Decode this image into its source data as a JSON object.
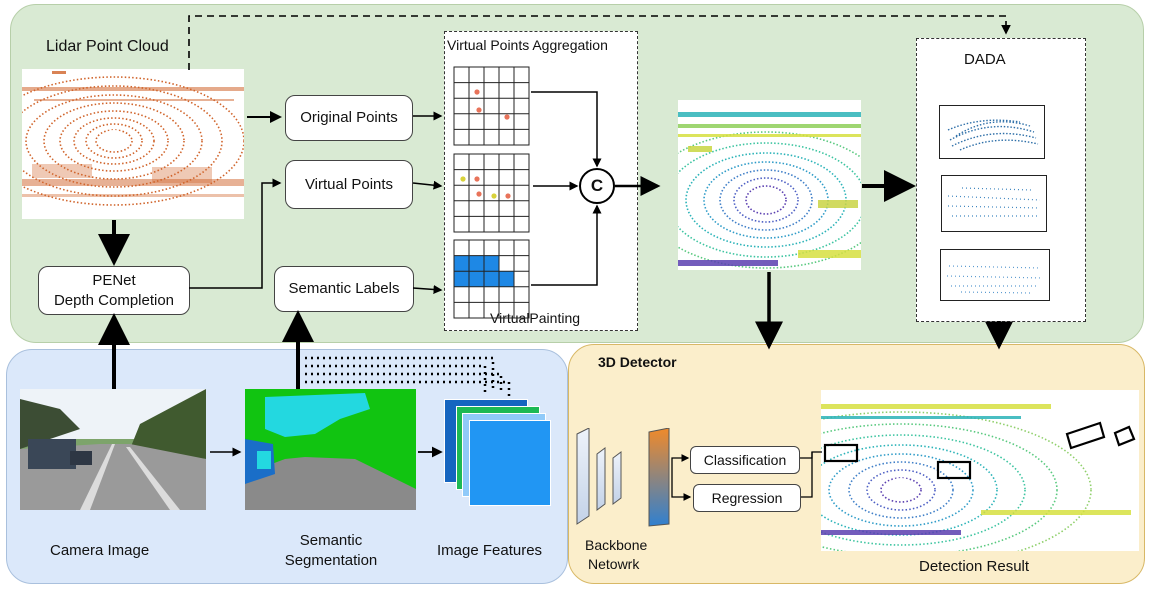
{
  "regions": {
    "detector_title": "3D Detector"
  },
  "labels": {
    "lidar_point_cloud": "Lidar Point Cloud",
    "virtual_points_aggregation": "Virtual Points Aggregation",
    "virtual_painting": "VirtualPainting",
    "dada": "DADA",
    "camera_image": "Camera Image",
    "semantic_segmentation_line1": "Semantic",
    "semantic_segmentation_line2": "Segmentation",
    "image_features": "Image Features",
    "backbone_line1": "Backbone",
    "backbone_line2": "Netowrk",
    "detection_result": "Detection Result"
  },
  "boxes": {
    "original_points": "Original Points",
    "virtual_points": "Virtual Points",
    "semantic_labels": "Semantic Labels",
    "penet_line1": "PENet",
    "penet_line2": "Depth Completion",
    "classification": "Classification",
    "regression": "Regression"
  },
  "concat_symbol": "C",
  "colors": {
    "green_region": "#d9ead3",
    "blue_region": "#dbe8fa",
    "yellow_region": "#fbeecb",
    "lidar_points": "#d0642b",
    "painted_cell": "#1e88e5",
    "original_dot": "#e8735a",
    "virtual_dot": "#d8d23a",
    "seg_green": "#11c411",
    "seg_cyan": "#23d8e0",
    "seg_road": "#8a8a8a",
    "seg_blue": "#1a6ec8"
  }
}
